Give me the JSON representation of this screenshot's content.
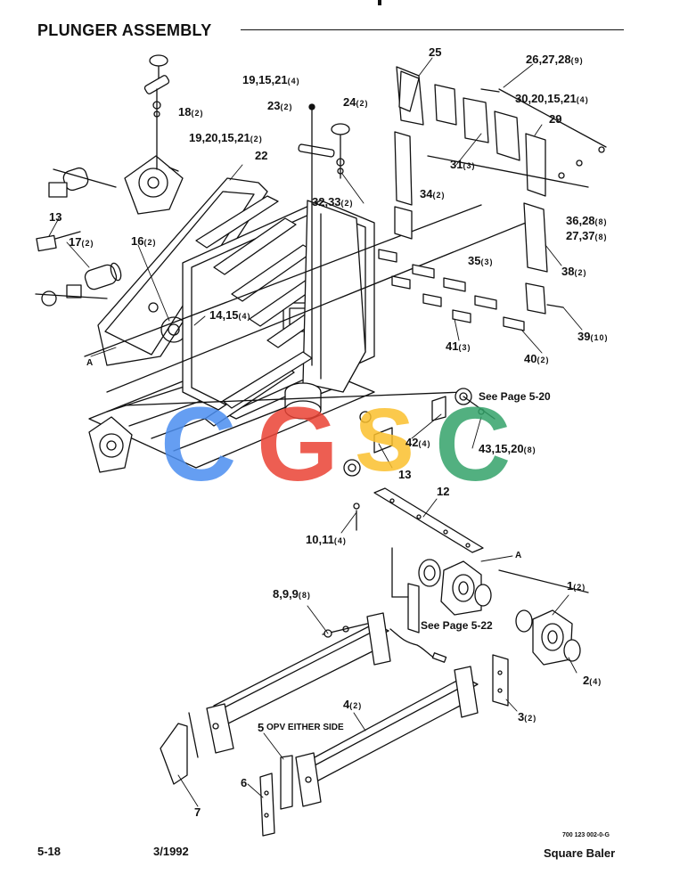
{
  "header": {
    "title": "PLUNGER ASSEMBLY"
  },
  "callouts": [
    {
      "id": "c25",
      "text": "25",
      "qty": ""
    },
    {
      "id": "c262728",
      "text": "26,27,28",
      "qty": "(9)"
    },
    {
      "id": "c19152104",
      "text": "19,15,21",
      "qty": "(4)"
    },
    {
      "id": "c23",
      "text": "23",
      "qty": "(2)"
    },
    {
      "id": "c24",
      "text": "24",
      "qty": "(2)"
    },
    {
      "id": "c30",
      "text": "30,20,15,21",
      "qty": "(4)"
    },
    {
      "id": "c18",
      "text": "18",
      "qty": "(2)"
    },
    {
      "id": "c29",
      "text": "29",
      "qty": ""
    },
    {
      "id": "c19202",
      "text": "19,20,15,21",
      "qty": "(2)"
    },
    {
      "id": "c22",
      "text": "22",
      "qty": ""
    },
    {
      "id": "c31",
      "text": "31",
      "qty": "(3)"
    },
    {
      "id": "c3233",
      "text": "32,33",
      "qty": "(2)"
    },
    {
      "id": "c34",
      "text": "34",
      "qty": "(2)"
    },
    {
      "id": "c13a",
      "text": "13",
      "qty": ""
    },
    {
      "id": "c3628",
      "text": "36,28",
      "qty": "(8)"
    },
    {
      "id": "c2737",
      "text": "27,37",
      "qty": "(8)"
    },
    {
      "id": "c17",
      "text": "17",
      "qty": "(2)"
    },
    {
      "id": "c16",
      "text": "16",
      "qty": "(2)"
    },
    {
      "id": "c35",
      "text": "35",
      "qty": "(3)"
    },
    {
      "id": "c38",
      "text": "38",
      "qty": "(2)"
    },
    {
      "id": "c1415",
      "text": "14,15",
      "qty": "(4)"
    },
    {
      "id": "c39",
      "text": "39",
      "qty": "(10)"
    },
    {
      "id": "c41",
      "text": "41",
      "qty": "(3)"
    },
    {
      "id": "c40",
      "text": "40",
      "qty": "(2)"
    },
    {
      "id": "c42",
      "text": "42",
      "qty": "(4)"
    },
    {
      "id": "c431520",
      "text": "43,15,20",
      "qty": "(8)"
    },
    {
      "id": "c13b",
      "text": "13",
      "qty": ""
    },
    {
      "id": "c12",
      "text": "12",
      "qty": ""
    },
    {
      "id": "c1011",
      "text": "10,11",
      "qty": "(4)"
    },
    {
      "id": "c899",
      "text": "8,9,9",
      "qty": "(8)"
    },
    {
      "id": "c1",
      "text": "1",
      "qty": "(2)"
    },
    {
      "id": "c2",
      "text": "2",
      "qty": "(4)"
    },
    {
      "id": "c3",
      "text": "3",
      "qty": "(2)"
    },
    {
      "id": "c4",
      "text": "4",
      "qty": "(2)"
    },
    {
      "id": "c5",
      "text": "5",
      "qty": ""
    },
    {
      "id": "c6",
      "text": "6",
      "qty": ""
    },
    {
      "id": "c7",
      "text": "7",
      "qty": ""
    }
  ],
  "notes": {
    "see_page_520": "See Page 5-20",
    "see_page_522": "See Page 5-22",
    "opv_either_side": "OPV EITHER SIDE",
    "ref_a_left": "A",
    "ref_a_right": "A"
  },
  "watermark": {
    "letters": [
      "C",
      "G",
      "S",
      "C"
    ],
    "colors": [
      "#4b8ef0",
      "#ea4335",
      "#fbc02d",
      "#34a36a"
    ]
  },
  "footer": {
    "page_number": "5-18",
    "date": "3/1992",
    "product": "Square Baler",
    "part_code": "700 123 002-0-G"
  }
}
